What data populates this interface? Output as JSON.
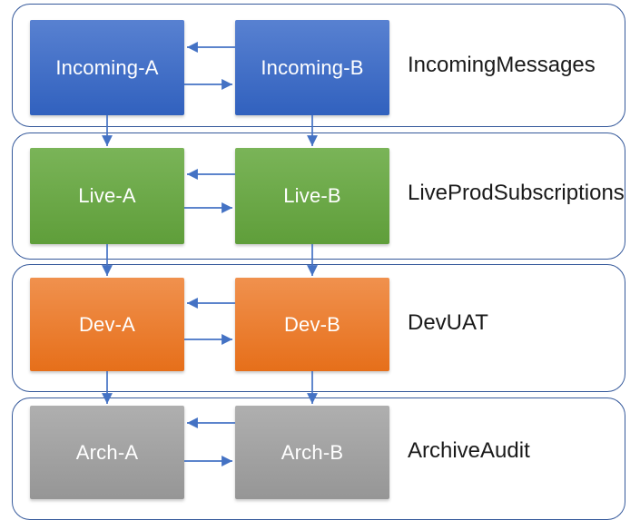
{
  "diagram": {
    "groups": [
      {
        "name": "IncomingMessages",
        "color_top": "#5881d1",
        "color_bottom": "#3161be",
        "nodes": [
          {
            "label": "Incoming-A"
          },
          {
            "label": "Incoming-B"
          }
        ]
      },
      {
        "name": "LiveProdSubscriptions",
        "color_top": "#7ab458",
        "color_bottom": "#5f9e3a",
        "nodes": [
          {
            "label": "Live-A"
          },
          {
            "label": "Live-B"
          }
        ]
      },
      {
        "name": "DevUAT",
        "color_top": "#f0914e",
        "color_bottom": "#e66f1a",
        "nodes": [
          {
            "label": "Dev-A"
          },
          {
            "label": "Dev-B"
          }
        ]
      },
      {
        "name": "ArchiveAudit",
        "color_top": "#afafaf",
        "color_bottom": "#969696",
        "nodes": [
          {
            "label": "Arch-A"
          },
          {
            "label": "Arch-B"
          }
        ]
      }
    ],
    "connections": [
      {
        "from": "Incoming-B",
        "to": "Incoming-A",
        "direction": "left"
      },
      {
        "from": "Incoming-A",
        "to": "Incoming-B",
        "direction": "right"
      },
      {
        "from": "Live-B",
        "to": "Live-A",
        "direction": "left"
      },
      {
        "from": "Live-A",
        "to": "Live-B",
        "direction": "right"
      },
      {
        "from": "Dev-B",
        "to": "Dev-A",
        "direction": "left"
      },
      {
        "from": "Dev-A",
        "to": "Dev-B",
        "direction": "right"
      },
      {
        "from": "Arch-B",
        "to": "Arch-A",
        "direction": "left"
      },
      {
        "from": "Arch-A",
        "to": "Arch-B",
        "direction": "right"
      },
      {
        "from": "Incoming-A",
        "to": "Live-A",
        "direction": "down"
      },
      {
        "from": "Incoming-B",
        "to": "Live-B",
        "direction": "down"
      },
      {
        "from": "Live-A",
        "to": "Dev-A",
        "direction": "down"
      },
      {
        "from": "Live-B",
        "to": "Dev-B",
        "direction": "down"
      },
      {
        "from": "Dev-A",
        "to": "Arch-A",
        "direction": "down"
      },
      {
        "from": "Dev-B",
        "to": "Arch-B",
        "direction": "down"
      }
    ],
    "colors": {
      "arrow": "#4472c4",
      "container_border": "#35599b",
      "node_text": "#ffffff",
      "group_label_text": "#1a1a1a",
      "background": "#ffffff"
    }
  }
}
